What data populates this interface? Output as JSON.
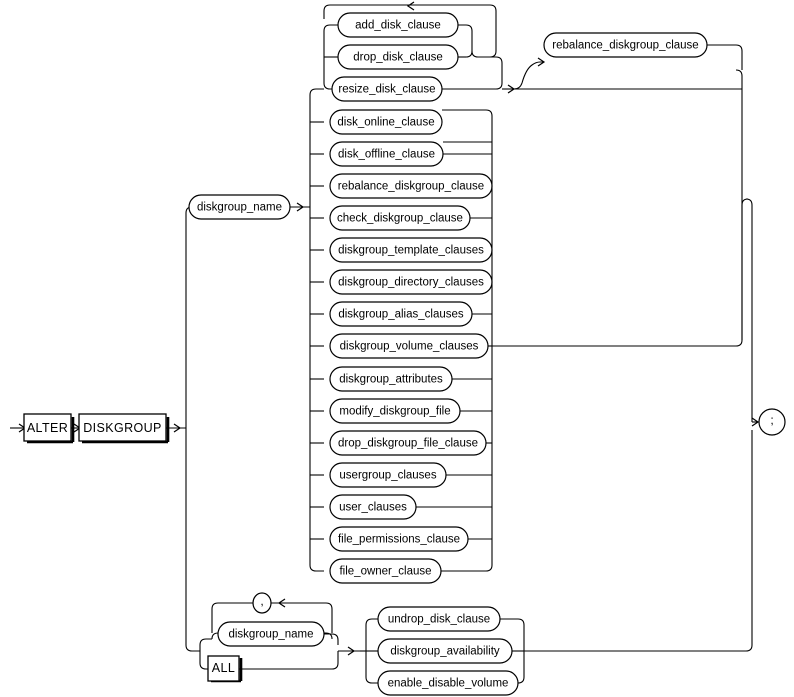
{
  "diagram": {
    "type": "railroad-syntax-diagram",
    "title": "alter_diskgroup",
    "start_arrow": "entry-arrow",
    "terminator": {
      "name": "statement-terminator",
      "label": ";",
      "shape": "circle"
    },
    "keywords": [
      {
        "id": "alter",
        "label": "ALTER",
        "shape": "rect"
      },
      {
        "id": "diskgroup",
        "label": "DISKGROUP",
        "shape": "rect"
      },
      {
        "id": "all",
        "label": "ALL",
        "shape": "rect"
      }
    ],
    "nonterminals": {
      "diskgroup_name_top": "diskgroup_name",
      "diskgroup_name_bottom": "diskgroup_name"
    },
    "repeat_loops": [
      {
        "id": "add-drop-loop",
        "separator": "",
        "direction": "left"
      },
      {
        "id": "diskgroup-name-list-loop",
        "separator": ",",
        "direction": "left"
      }
    ],
    "branch_groups": [
      {
        "id": "add-drop-group",
        "items": [
          {
            "id": "add_disk_clause",
            "label": "add_disk_clause"
          },
          {
            "id": "drop_disk_clause",
            "label": "drop_disk_clause"
          }
        ]
      },
      {
        "id": "resize-group",
        "items": [
          {
            "id": "resize_disk_clause",
            "label": "resize_disk_clause"
          }
        ]
      },
      {
        "id": "rebalance-optional-group",
        "items": [
          {
            "id": "rebalance_diskgroup_clause_opt",
            "label": "rebalance_diskgroup_clause"
          }
        ]
      },
      {
        "id": "main-clause-group",
        "items": [
          {
            "id": "disk_online_clause",
            "label": "disk_online_clause"
          },
          {
            "id": "disk_offline_clause",
            "label": "disk_offline_clause"
          },
          {
            "id": "rebalance_diskgroup_clause",
            "label": "rebalance_diskgroup_clause"
          },
          {
            "id": "check_diskgroup_clause",
            "label": "check_diskgroup_clause"
          },
          {
            "id": "diskgroup_template_clauses",
            "label": "diskgroup_template_clauses"
          },
          {
            "id": "diskgroup_directory_clauses",
            "label": "diskgroup_directory_clauses"
          },
          {
            "id": "diskgroup_alias_clauses",
            "label": "diskgroup_alias_clauses"
          },
          {
            "id": "diskgroup_volume_clauses",
            "label": "diskgroup_volume_clauses"
          },
          {
            "id": "diskgroup_attributes",
            "label": "diskgroup_attributes"
          },
          {
            "id": "modify_diskgroup_file",
            "label": "modify_diskgroup_file"
          },
          {
            "id": "drop_diskgroup_file_clause",
            "label": "drop_diskgroup_file_clause"
          },
          {
            "id": "usergroup_clauses",
            "label": "usergroup_clauses"
          },
          {
            "id": "user_clauses",
            "label": "user_clauses"
          },
          {
            "id": "file_permissions_clause",
            "label": "file_permissions_clause"
          },
          {
            "id": "file_owner_clause",
            "label": "file_owner_clause"
          }
        ]
      },
      {
        "id": "bottom-clause-group",
        "items": [
          {
            "id": "undrop_disk_clause",
            "label": "undrop_disk_clause"
          },
          {
            "id": "diskgroup_availability",
            "label": "diskgroup_availability"
          },
          {
            "id": "enable_disable_volume",
            "label": "enable_disable_volume"
          }
        ]
      }
    ],
    "separators": [
      {
        "id": "comma-separator",
        "label": ","
      }
    ],
    "colors": {
      "line": "#000000",
      "fill": "#ffffff",
      "text": "#000000"
    }
  }
}
